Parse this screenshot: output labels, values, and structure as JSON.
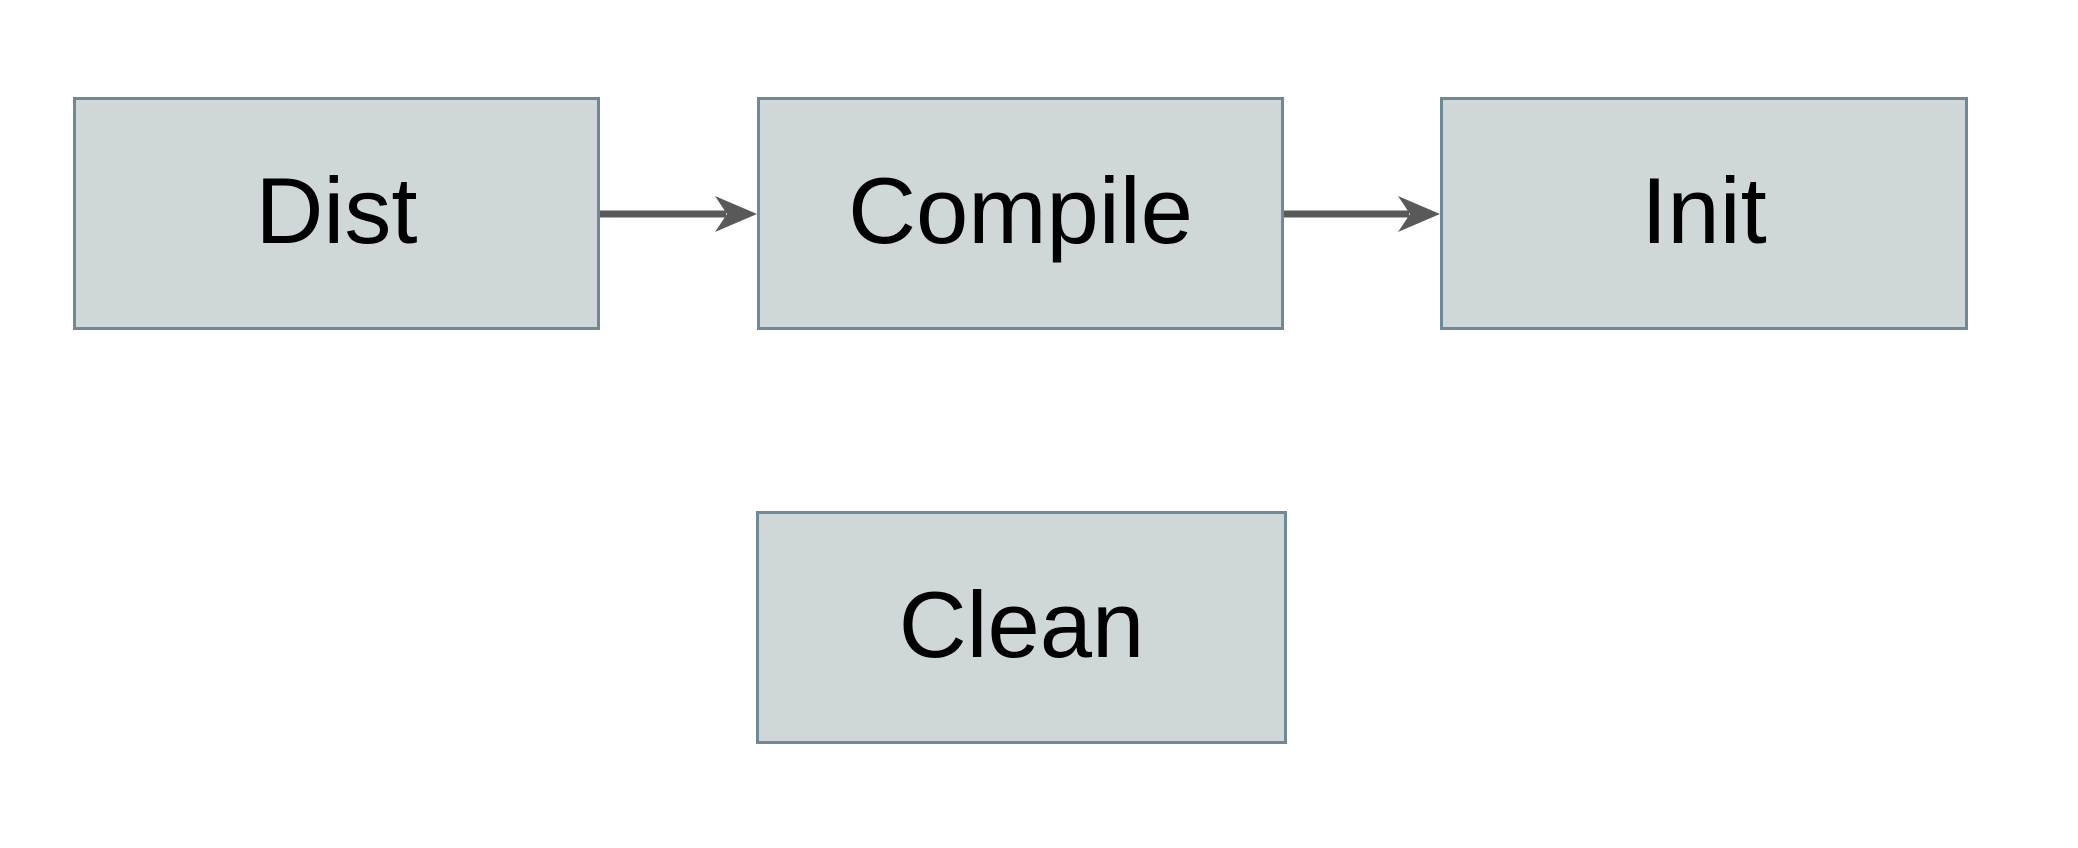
{
  "diagram": {
    "type": "flowchart",
    "background_color": "#ffffff",
    "nodes": [
      {
        "id": "dist",
        "label": "Dist",
        "row": "top",
        "order": 1
      },
      {
        "id": "compile",
        "label": "Compile",
        "row": "top",
        "order": 2
      },
      {
        "id": "init",
        "label": "Init",
        "row": "top",
        "order": 3
      },
      {
        "id": "clean",
        "label": "Clean",
        "row": "bottom",
        "order": 1
      }
    ],
    "edges": [
      {
        "from": "Dist",
        "to": "Compile",
        "style": "solid",
        "arrowhead": "stealth"
      },
      {
        "from": "Compile",
        "to": "Init",
        "style": "solid",
        "arrowhead": "stealth"
      }
    ],
    "colors": {
      "node_fill": "#cfd7d9",
      "node_border": "#6f8a96",
      "node_text": "#000000",
      "arrow": "#595959"
    }
  }
}
